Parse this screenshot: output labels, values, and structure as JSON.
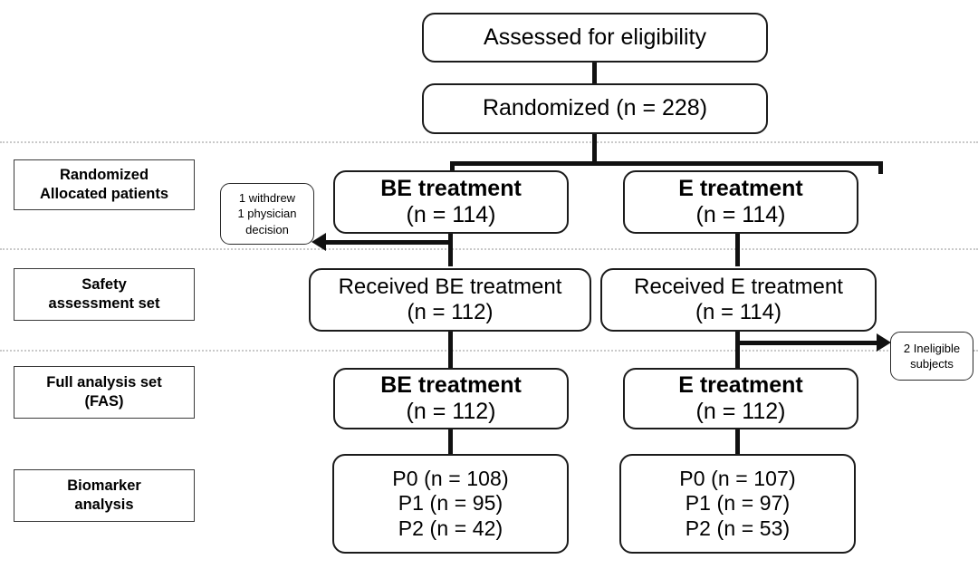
{
  "diagram": {
    "title": "CONSORT participant flow diagram",
    "stage_labels": [
      {
        "id": "randomized-allocated",
        "lines": [
          "Randomized",
          "Allocated  patients"
        ]
      },
      {
        "id": "safety-assessment-set",
        "lines": [
          "Safety",
          "assessment set"
        ]
      },
      {
        "id": "full-analysis-set",
        "lines": [
          "Full analysis set",
          "(FAS)"
        ]
      },
      {
        "id": "biomarker-analysis",
        "lines": [
          "Biomarker",
          "analysis"
        ]
      }
    ],
    "nodes": {
      "assessed": {
        "id": "assessed-for-eligibility",
        "lines": [
          "Assessed for eligibility"
        ]
      },
      "randomized": {
        "id": "randomized",
        "label": "Randomized",
        "n": 228,
        "lines": [
          "Randomized (n = 228)"
        ]
      },
      "alloc_be": {
        "id": "allocated-be-treatment",
        "title": "BE treatment",
        "n": 114,
        "count_line": "(n = 114)"
      },
      "alloc_e": {
        "id": "allocated-e-treatment",
        "title": "E treatment",
        "n": 114,
        "count_line": "(n = 114)"
      },
      "received_be": {
        "id": "received-be-treatment",
        "title": "Received BE treatment",
        "n": 112,
        "count_line": "(n = 112)"
      },
      "received_e": {
        "id": "received-e-treatment",
        "title": "Received E treatment",
        "n": 114,
        "count_line": "(n = 114)"
      },
      "fas_be": {
        "id": "fas-be-treatment",
        "title": "BE treatment",
        "n": 112,
        "count_line": "(n = 112)"
      },
      "fas_e": {
        "id": "fas-e-treatment",
        "title": "E treatment",
        "n": 112,
        "count_line": "(n = 112)"
      },
      "bio_be": {
        "id": "biomarker-be",
        "rows": [
          "P0 (n = 108)",
          "P1 (n = 95)",
          "P2 (n = 42)"
        ],
        "values": {
          "P0": 108,
          "P1": 95,
          "P2": 42
        }
      },
      "bio_e": {
        "id": "biomarker-e",
        "rows": [
          "P0 (n = 107)",
          "P1 (n = 97)",
          "P2 (n = 53)"
        ],
        "values": {
          "P0": 107,
          "P1": 97,
          "P2": 53
        }
      }
    },
    "callouts": {
      "withdrawals": {
        "id": "withdrawals-callout",
        "lines": [
          "1 withdrew",
          "1 physician",
          "decision"
        ],
        "withdrew": 1,
        "physician_decision": 1
      },
      "ineligible": {
        "id": "ineligible-callout",
        "lines": [
          "2 Ineligible",
          "subjects"
        ],
        "count": 2
      }
    },
    "colors": {
      "stroke": "#1b1b1b",
      "connector": "#111111",
      "separator": "#c9c9c9",
      "background": "#ffffff"
    }
  }
}
